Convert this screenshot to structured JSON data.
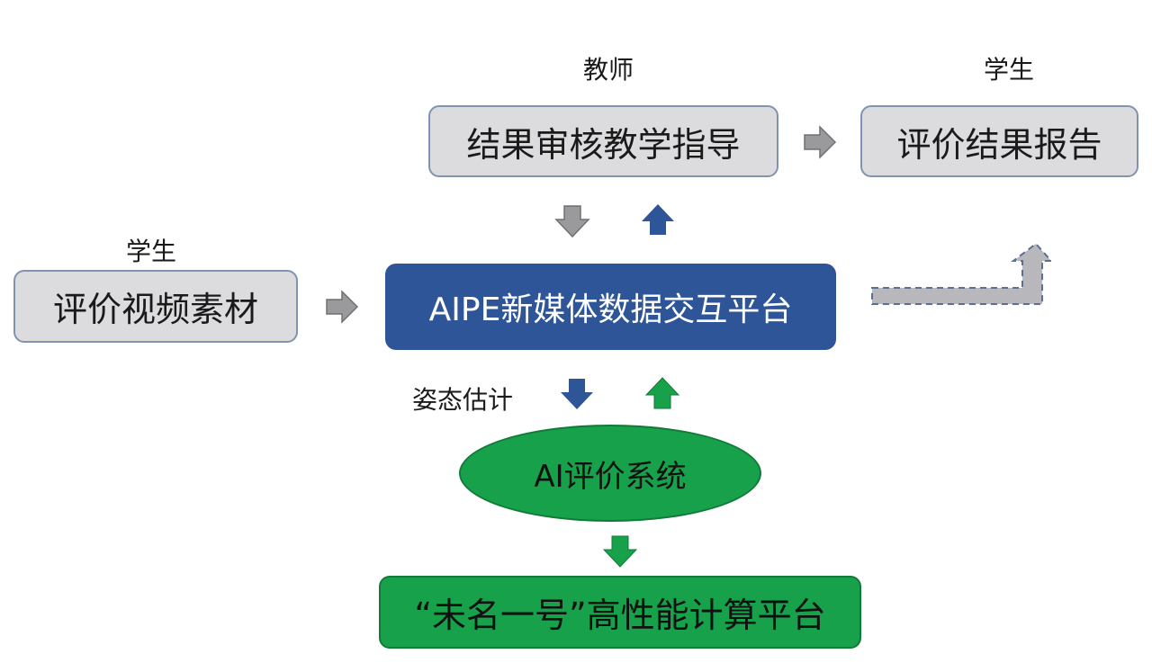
{
  "labels": {
    "teacher": "教师",
    "student_top": "学生",
    "student_left": "学生",
    "pose_estimation": "姿态估计"
  },
  "boxes": {
    "review_guidance": "结果审核教学指导",
    "evaluation_report": "评价结果报告",
    "video_material": "评价视频素材",
    "aipe_platform": "AIPE新媒体数据交互平台",
    "ai_system": "AI评价系统",
    "hpc_platform": "“未名一号”高性能计算平台"
  },
  "colors": {
    "gray_fill": "#dcdcdf",
    "blue_fill": "#2e5597",
    "green_fill": "#17a14b",
    "arrow_gray": "#9a9a9d",
    "arrow_blue": "#2e5597",
    "arrow_green": "#17a14b"
  }
}
